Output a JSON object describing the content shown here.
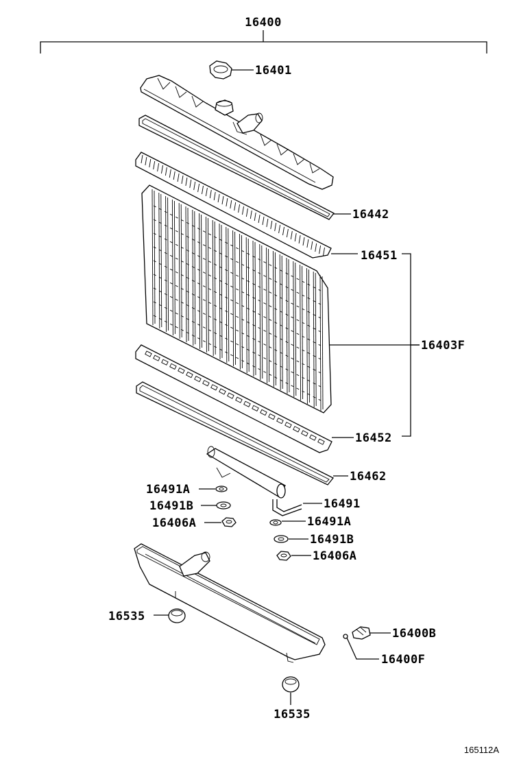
{
  "diagram": {
    "assembly_number": "16400",
    "reference_code": "165112A",
    "part_labels": [
      "16401",
      "16442",
      "16451",
      "16403F",
      "16452",
      "16462",
      "16491A",
      "16491B",
      "16406A",
      "16491",
      "16491A",
      "16491B",
      "16406A",
      "16535",
      "16400B",
      "16400F",
      "16535"
    ],
    "parts": [
      {
        "number": "16401",
        "icon": "radiator-cap-icon"
      },
      {
        "number": "16442",
        "icon": "upper-tank-gasket-icon"
      },
      {
        "number": "16451",
        "icon": "upper-core-plate-icon"
      },
      {
        "number": "16403F",
        "icon": "radiator-core-icon"
      },
      {
        "number": "16452",
        "icon": "lower-core-plate-icon"
      },
      {
        "number": "16462",
        "icon": "lower-tank-gasket-icon"
      },
      {
        "number": "16491",
        "icon": "oil-cooler-pipe-icon"
      },
      {
        "number": "16491A",
        "icon": "washer-icon"
      },
      {
        "number": "16491B",
        "icon": "washer-icon"
      },
      {
        "number": "16406A",
        "icon": "nut-icon"
      },
      {
        "number": "16535",
        "icon": "rubber-cushion-icon"
      },
      {
        "number": "16400B",
        "icon": "drain-cock-icon"
      },
      {
        "number": "16400F",
        "icon": "drain-cock-plug-icon"
      }
    ]
  }
}
